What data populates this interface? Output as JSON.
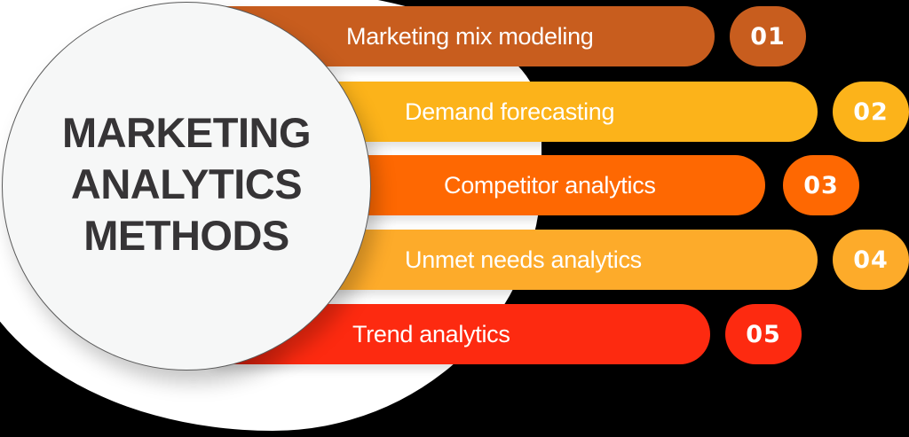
{
  "title": {
    "lines": [
      "MARKETING",
      "ANALYTICS",
      "METHODS"
    ]
  },
  "methods": [
    {
      "number": "01",
      "label": "Marketing mix modeling",
      "color": "#c85d1e"
    },
    {
      "number": "02",
      "label": "Demand forecasting",
      "color": "#fcb31a"
    },
    {
      "number": "03",
      "label": "Competitor analytics",
      "color": "#fe6802"
    },
    {
      "number": "04",
      "label": "Unmet needs analytics",
      "color": "#fdab2a"
    },
    {
      "number": "05",
      "label": "Trend analytics",
      "color": "#fd2a10"
    }
  ],
  "colors": {
    "background": "#000000",
    "circle_fill": "#f6f7f7",
    "title_text": "#363436",
    "bar_text": "#ffffff"
  }
}
